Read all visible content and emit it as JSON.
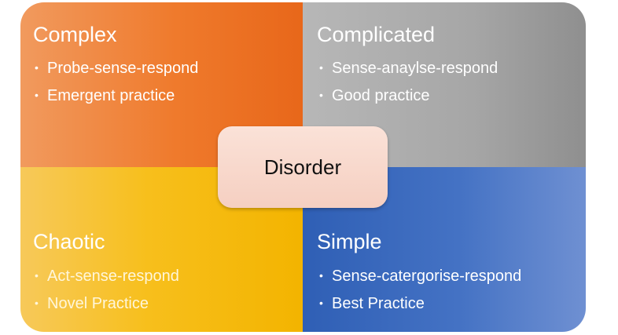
{
  "domains": {
    "complex": {
      "title": "Complex",
      "items": [
        "Probe-sense-respond",
        "Emergent practice"
      ],
      "color": "#ef7a2c"
    },
    "complicated": {
      "title": "Complicated",
      "items": [
        "Sense-anaylse-respond",
        "Good practice"
      ],
      "color": "#a6a6a6"
    },
    "chaotic": {
      "title": "Chaotic",
      "items": [
        "Act-sense-respond",
        "Novel Practice"
      ],
      "color": "#f7bf1c"
    },
    "simple": {
      "title": "Simple",
      "items": [
        "Sense-catergorise-respond",
        "Best Practice"
      ],
      "color": "#4472c4"
    }
  },
  "center": {
    "label": "Disorder",
    "color": "#f8d9cc"
  },
  "bullet_glyph": "•"
}
